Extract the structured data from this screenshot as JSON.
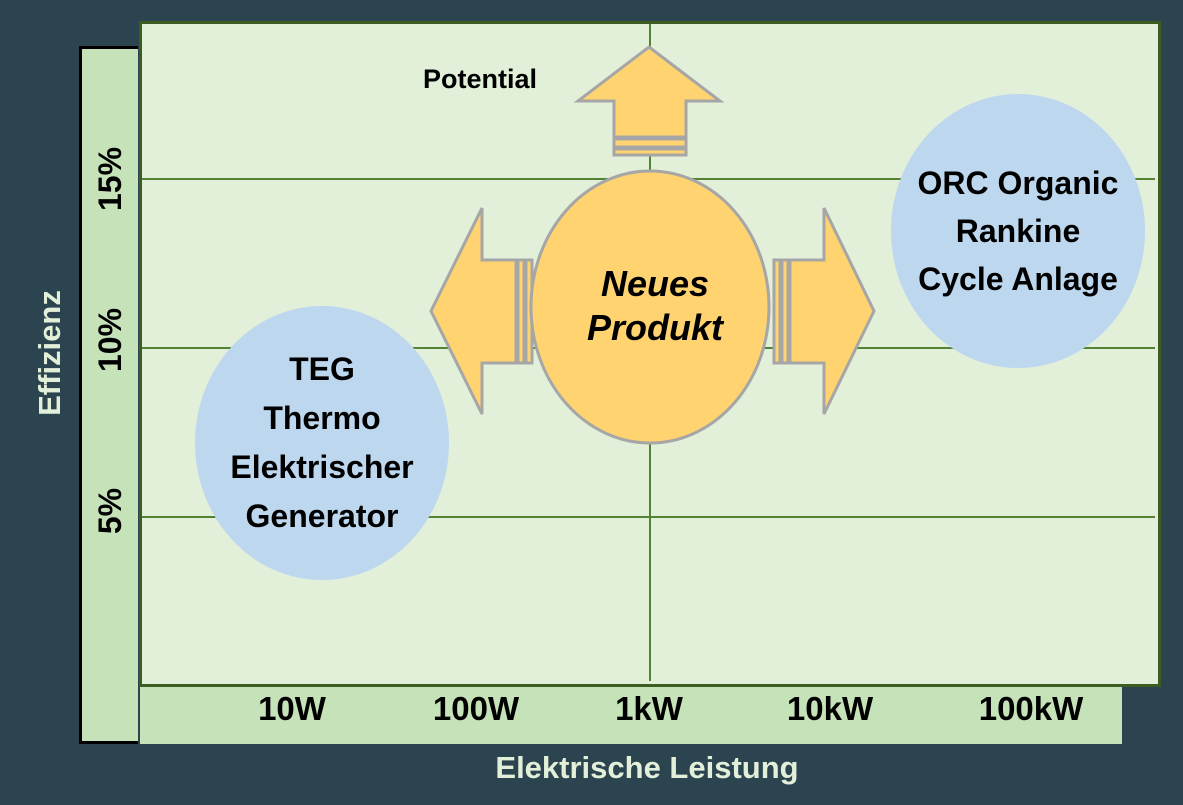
{
  "diagram": {
    "x_axis": {
      "title": "Elektrische Leistung",
      "ticks": [
        "10W",
        "100W",
        "1kW",
        "10kW",
        "100kW"
      ]
    },
    "y_axis": {
      "title": "Effizienz",
      "ticks": [
        "15%",
        "10%",
        "5%"
      ]
    },
    "potential_label": "Potential",
    "center": {
      "line1": "Neues",
      "line2": "Produkt"
    },
    "teg": {
      "lines": [
        "TEG",
        "Thermo",
        "Elektrischer",
        "Generator"
      ]
    },
    "orc": {
      "lines": [
        "ORC Organic",
        "Rankine",
        "Cycle Anlage"
      ]
    },
    "colors": {
      "background": "#2c4350",
      "plot": "#e2efd9",
      "axis_strip": "#c6e2b8",
      "grid": "#548235",
      "arrow": "#ffd470",
      "bubble": "#bdd7ee",
      "outline": "#a6a6a6"
    }
  }
}
